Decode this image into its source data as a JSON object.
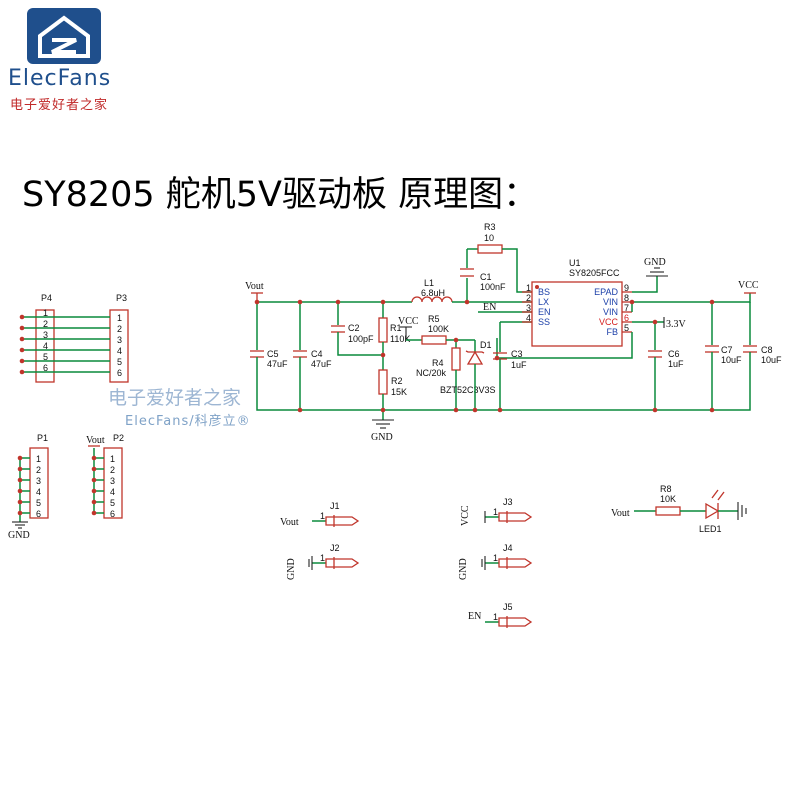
{
  "brand": {
    "name": "ElecFans",
    "subtitle": "电子爱好者之家"
  },
  "title": "SY8205 舵机5V驱动板 原理图：",
  "watermark": {
    "line1": "电子爱好者之家",
    "line2": "ElecFans/科彦立®"
  },
  "nets": {
    "vout": "Vout",
    "vcc": "VCC",
    "gnd": "GND",
    "en": "EN",
    "v33": "3.3V"
  },
  "ic": {
    "ref": "U1",
    "part": "SY8205FCC",
    "left_pins": [
      {
        "num": "1",
        "name": "BS"
      },
      {
        "num": "2",
        "name": "LX"
      },
      {
        "num": "3",
        "name": "EN"
      },
      {
        "num": "4",
        "name": "SS"
      }
    ],
    "right_pins": [
      {
        "num": "9",
        "name": "EPAD"
      },
      {
        "num": "8",
        "name": "VIN"
      },
      {
        "num": "7",
        "name": "VIN"
      },
      {
        "num": "6",
        "name": "VCC"
      },
      {
        "num": "5",
        "name": "FB"
      }
    ]
  },
  "parts": {
    "r3": {
      "ref": "R3",
      "value": "10"
    },
    "c1": {
      "ref": "C1",
      "value": "100nF"
    },
    "l1": {
      "ref": "L1",
      "value": "6.8uH"
    },
    "c2": {
      "ref": "C2",
      "value": "100pF"
    },
    "r1": {
      "ref": "R1",
      "value": "110K"
    },
    "r5": {
      "ref": "R5",
      "value": "100K"
    },
    "r4": {
      "ref": "R4",
      "value": "NC/20k"
    },
    "d1": {
      "ref": "D1",
      "value": "BZT52C3V3S"
    },
    "c3": {
      "ref": "C3",
      "value": "1uF"
    },
    "r2": {
      "ref": "R2",
      "value": "15K"
    },
    "c5": {
      "ref": "C5",
      "value": "47uF"
    },
    "c4": {
      "ref": "C4",
      "value": "47uF"
    },
    "c6": {
      "ref": "C6",
      "value": "1uF"
    },
    "c7": {
      "ref": "C7",
      "value": "10uF"
    },
    "c8": {
      "ref": "C8",
      "value": "10uF"
    },
    "r8": {
      "ref": "R8",
      "value": "10K"
    },
    "led1": {
      "ref": "LED1"
    }
  },
  "headers": {
    "p4": {
      "ref": "P4",
      "pins": [
        "1",
        "2",
        "3",
        "4",
        "5",
        "6"
      ]
    },
    "p3": {
      "ref": "P3",
      "pins": [
        "1",
        "2",
        "3",
        "4",
        "5",
        "6"
      ]
    },
    "p1": {
      "ref": "P1",
      "pins": [
        "1",
        "2",
        "3",
        "4",
        "5",
        "6"
      ]
    },
    "p2": {
      "ref": "P2",
      "pins": [
        "1",
        "2",
        "3",
        "4",
        "5",
        "6"
      ]
    }
  },
  "jacks": [
    {
      "ref": "J1",
      "net": "Vout",
      "pin": "1"
    },
    {
      "ref": "J2",
      "net": "GND",
      "pin": "1"
    },
    {
      "ref": "J3",
      "net": "VCC",
      "pin": "1"
    },
    {
      "ref": "J4",
      "net": "GND",
      "pin": "1"
    },
    {
      "ref": "J5",
      "net": "EN",
      "pin": "1"
    }
  ]
}
